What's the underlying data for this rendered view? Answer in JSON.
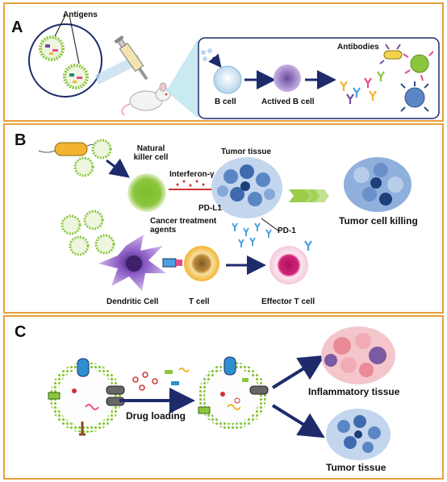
{
  "panel_a": {
    "label": "A",
    "antigens": "Antigens",
    "b_cell": "B cell",
    "actived_b_cell": "Actived B cell",
    "antibodies": "Antibodies"
  },
  "panel_b": {
    "label": "B",
    "nk_cell": "Natural killer cell",
    "interferon": "Interferon-γ",
    "tumor_tissue": "Tumor tissue",
    "pd_l1": "PD-L1",
    "pd_1": "PD-1",
    "cancer_agents": "Cancer treatment agents",
    "tumor_killing": "Tumor cell killing",
    "dendritic": "Dendritic Cell",
    "t_cell": "T cell",
    "effector": "Effector T cell"
  },
  "panel_c": {
    "label": "C",
    "drug_loading": "Drug loading",
    "inflammatory": "Inflammatory tissue",
    "tumor_tissue": "Tumor tissue"
  },
  "colors": {
    "frame": "#e8a03a",
    "arrow": "#1d2b6b",
    "inhibit": "#d03030",
    "nk_green": "#8cc63f",
    "tumor_blue": "#5b86c4",
    "effector_pink": "#d4237a",
    "t_cell_orange": "#f2b431"
  }
}
